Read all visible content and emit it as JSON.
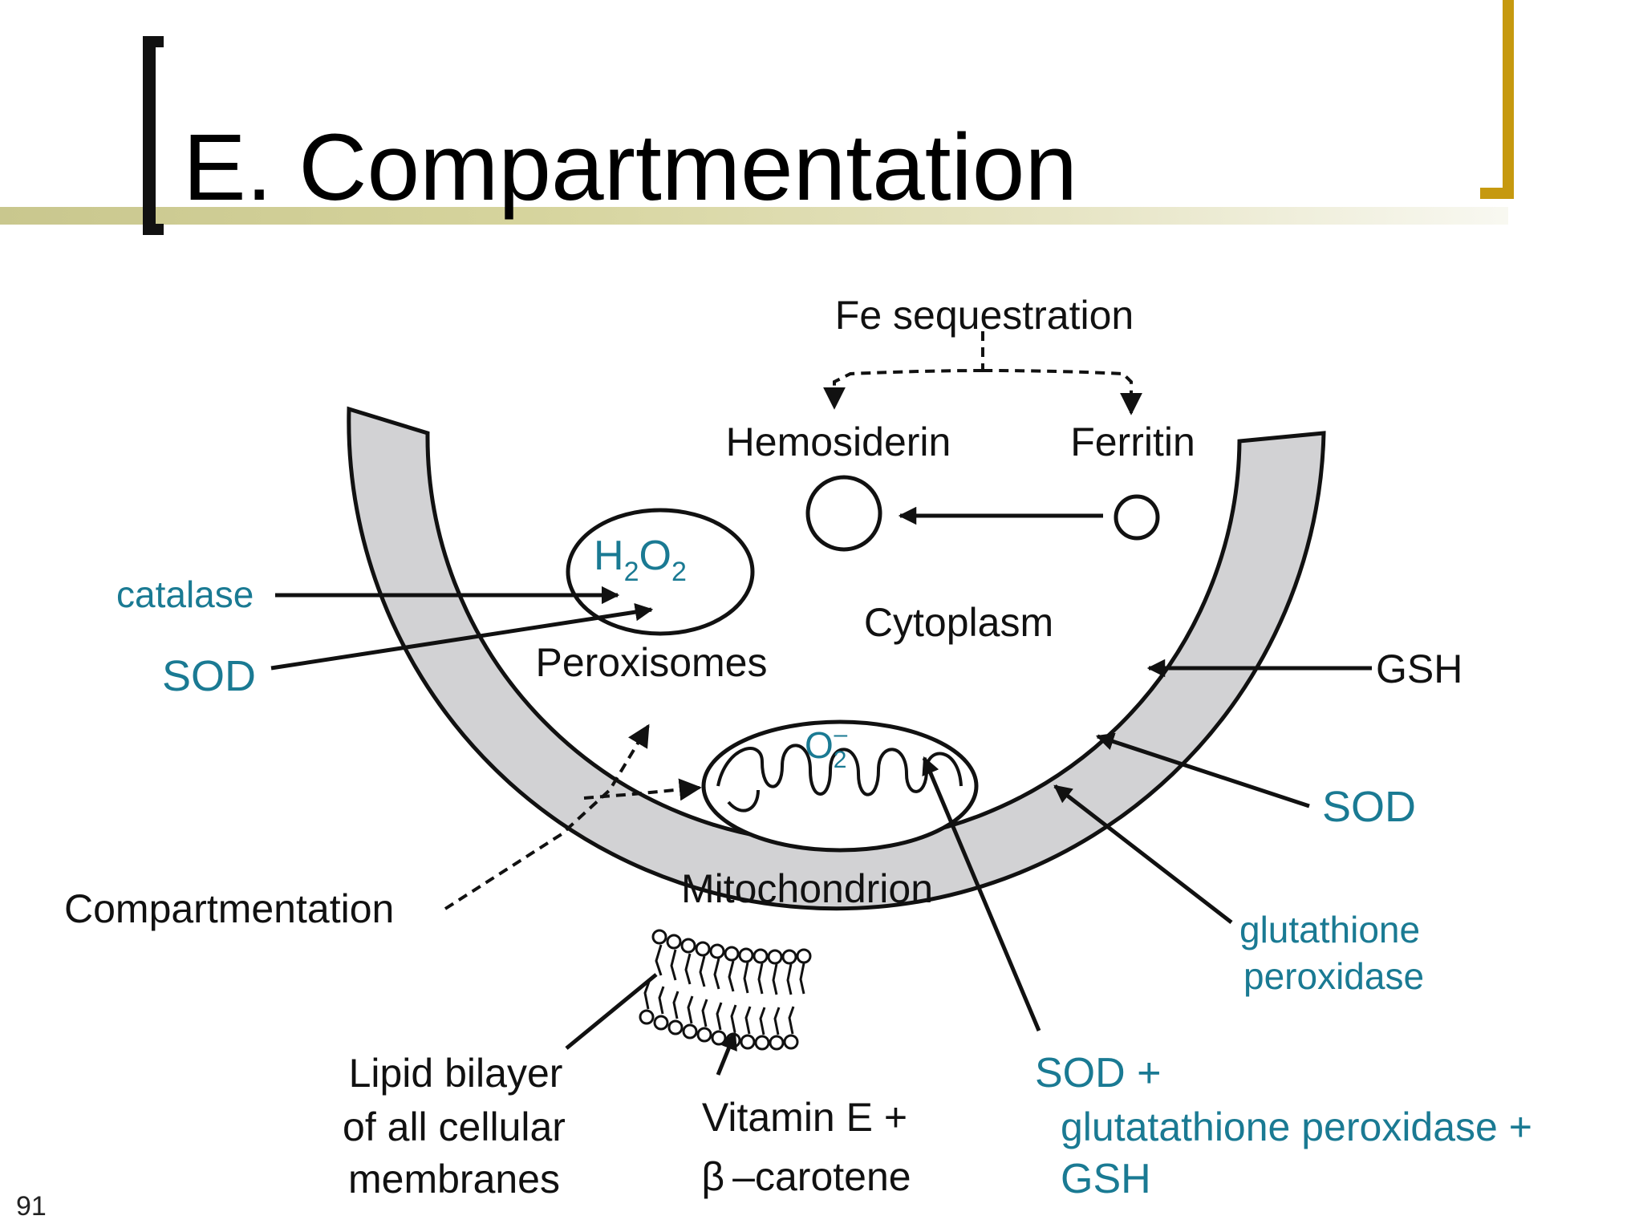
{
  "slide": {
    "title": "E. Compartmentation",
    "number": "91"
  },
  "colors": {
    "accent_gold": "#c6990f",
    "title_rule": "#c9c78e",
    "enzyme_teal": "#1a7a93",
    "membrane_gray": "#d2d2d4"
  },
  "diagram": {
    "fe_sequestration": "Fe sequestration",
    "hemosiderin": "Hemosiderin",
    "ferritin": "Ferritin",
    "cytoplasm": "Cytoplasm",
    "peroxisomes": "Peroxisomes",
    "h2o2": {
      "h": "H",
      "two_a": "2",
      "o": "O",
      "two_b": "2"
    },
    "superoxide": {
      "o": "O",
      "sub": "2",
      "sup": "–"
    },
    "mitochondrion": "Mitochondrion",
    "catalase": "catalase",
    "sod_left": "SOD",
    "gsh_right": "GSH",
    "sod_right": "SOD",
    "glutathione_peroxidase": [
      "glutathione",
      "peroxidase"
    ],
    "compartmentation": "Compartmentation",
    "lipid_bilayer": [
      "Lipid bilayer",
      "of all cellular",
      "membranes"
    ],
    "vitamin_e": [
      "Vitamin E +",
      "β –carotene"
    ],
    "sod_combo": [
      "SOD +",
      "glutatathione peroxidase +",
      "GSH"
    ]
  }
}
